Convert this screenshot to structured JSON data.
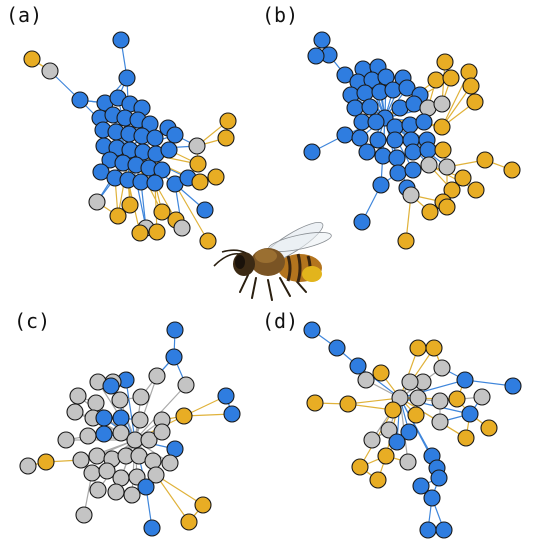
{
  "colors": {
    "blue": "#2f7de0",
    "yellow": "#e8ad24",
    "gray": "#c4c4c4",
    "edge_blue": "#3f86db",
    "edge_yellow": "#e0b23a",
    "edge_gray": "#a9a9a9",
    "outline": "#1a1a1a"
  },
  "panels": [
    {
      "id": "a",
      "label": "(a)"
    },
    {
      "id": "b",
      "label": "(b)"
    },
    {
      "id": "c",
      "label": "(c)"
    },
    {
      "id": "d",
      "label": "(d)"
    }
  ],
  "image": {
    "icon": "honeybee-icon"
  }
}
